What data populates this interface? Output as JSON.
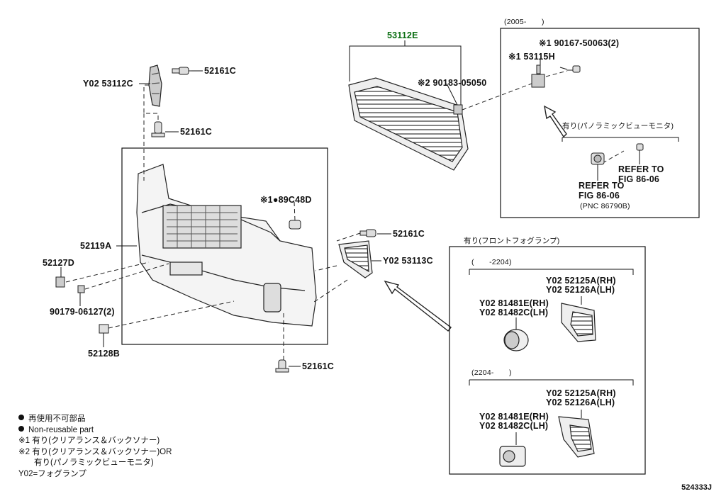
{
  "parts": {
    "p53112E": "53112E",
    "p52161C_top": "52161C",
    "y02_53112C": "Y02 53112C",
    "p52161C_mid": "52161C",
    "p52119A": "52119A",
    "p89C48D": "※1●89C48D",
    "p52127D": "52127D",
    "p90179": "90179-06127(2)",
    "p52128B": "52128B",
    "p52161C_right": "52161C",
    "y02_53113C": "Y02 53113C",
    "p52161C_bottom": "52161C",
    "p90183": "※2 90183-05050",
    "p90167": "※1 90167-50063(2)",
    "p53115H": "※1 53115H"
  },
  "panorama": {
    "period": "(2005-　　)",
    "title": "有り(パノラミックビューモニタ)",
    "refer1_line1": "REFER TO",
    "refer1_line2": "FIG 86-06",
    "refer2_line1": "REFER TO",
    "refer2_line2": "FIG 86-06",
    "refer2_line3": "(PNC 86790B)"
  },
  "foglamp": {
    "title": "有り(フロントフォグランプ)",
    "early_period": "(　　-2204)",
    "early_rh": "Y02 52125A(RH)",
    "early_lh": "Y02 52126A(LH)",
    "early_lamp_rh": "Y02 81481E(RH)",
    "early_lamp_lh": "Y02 81482C(LH)",
    "late_period": "(2204-　　)",
    "late_rh": "Y02 52125A(RH)",
    "late_lh": "Y02 52126A(LH)",
    "late_lamp_rh": "Y02 81481E(RH)",
    "late_lamp_lh": "Y02 81482C(LH)"
  },
  "legend": {
    "line1": "再使用不可部品",
    "line2": "Non-reusable part",
    "line3": "※1 有り(クリアランス＆バックソナー)",
    "line4": "※2 有り(クリアランス＆バックソナー)OR",
    "line5": "有り(パノラミックビューモニタ)",
    "line6": "Y02=フォグランプ"
  },
  "figure_code": "524333J",
  "colors": {
    "highlight": "#0a6e12",
    "line": "#111111"
  }
}
